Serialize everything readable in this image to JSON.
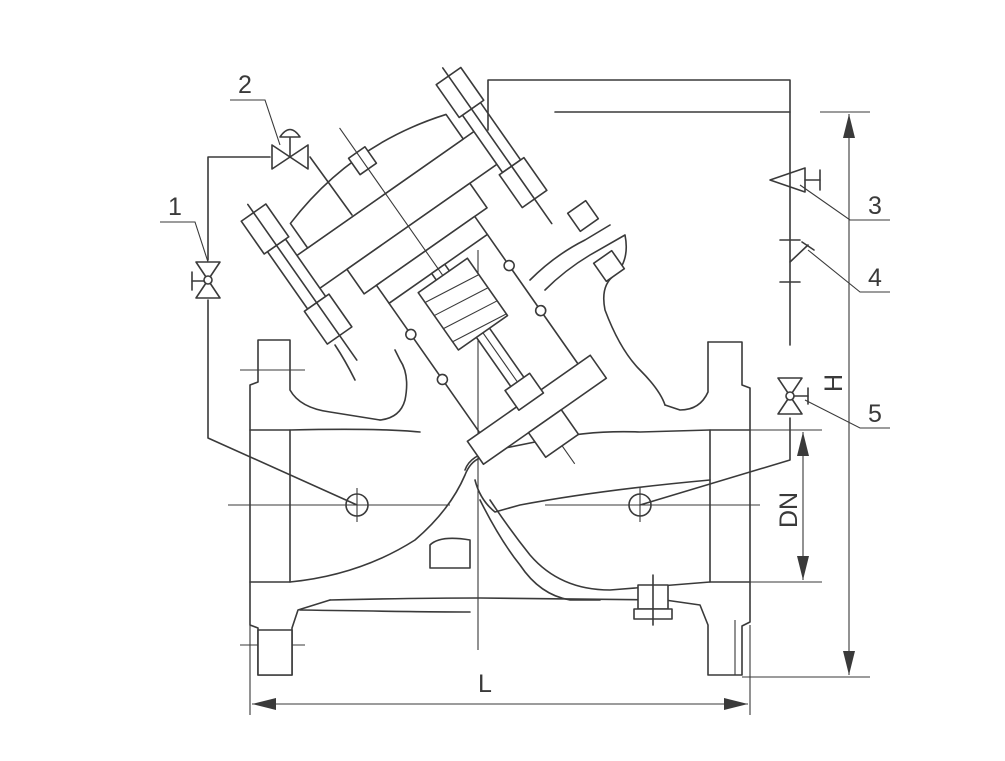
{
  "callouts": [
    {
      "id": "1",
      "text": "1"
    },
    {
      "id": "2",
      "text": "2"
    },
    {
      "id": "3",
      "text": "3"
    },
    {
      "id": "4",
      "text": "4"
    },
    {
      "id": "5",
      "text": "5"
    }
  ],
  "dimensions": {
    "length": "L",
    "height": "H",
    "nominal_diameter": "DN"
  }
}
